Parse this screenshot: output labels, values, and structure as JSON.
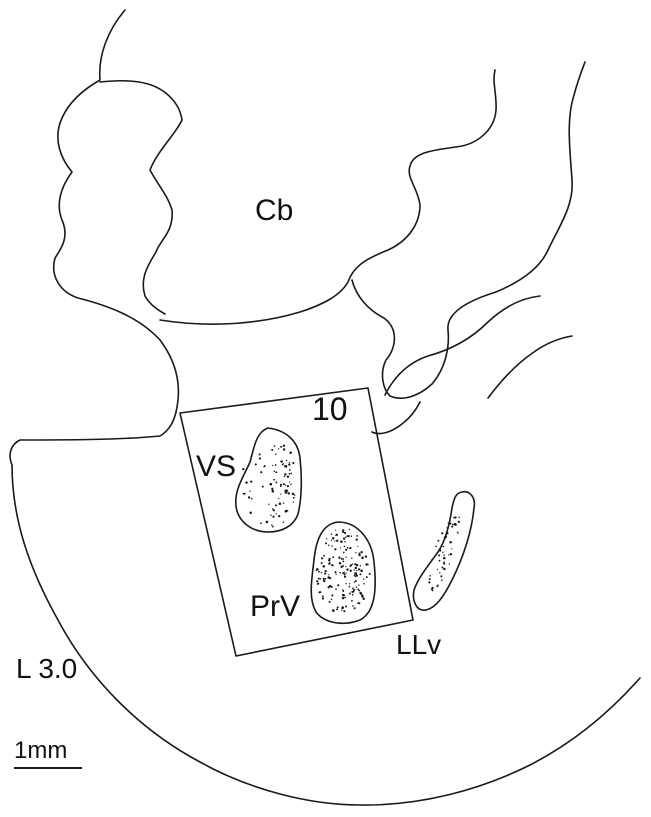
{
  "labels": {
    "cerebellum": "Cb",
    "vestibular_superior": "VS",
    "principal_trigeminal": "PrV",
    "lateral_lemniscus_ventral": "LLv",
    "box_number": "10",
    "lateral_level": "L 3.0",
    "scale_bar": "1mm"
  },
  "colors": {
    "ink": "#1a1a1a",
    "background": "#ffffff"
  }
}
